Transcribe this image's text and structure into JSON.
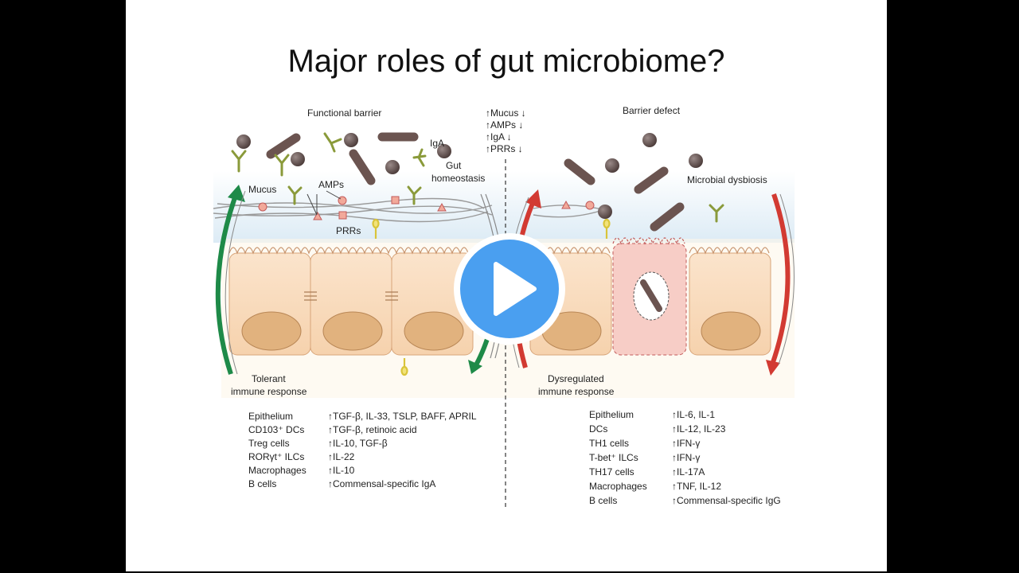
{
  "title": "Major roles of gut microbiome?",
  "left": {
    "heading": "Functional barrier",
    "labels": {
      "iga": "IgA",
      "gut": "Gut",
      "homeostasis": "homeostasis",
      "mucus": "Mucus",
      "amps": "AMPs",
      "prrs": "PRRs",
      "tolerant_1": "Tolerant",
      "tolerant_2": "immune response"
    },
    "table": [
      {
        "cell": "Epithelium",
        "effect": "↑TGF-β, IL-33, TSLP, BAFF, APRIL"
      },
      {
        "cell": "CD103⁺ DCs",
        "effect": "↑TGF-β, retinoic acid"
      },
      {
        "cell": "Treg cells",
        "effect": "↑IL-10, TGF-β"
      },
      {
        "cell": "RORγt⁺ ILCs",
        "effect": "↑IL-22"
      },
      {
        "cell": "Macrophages",
        "effect": "↑IL-10"
      },
      {
        "cell": "B cells",
        "effect": "↑Commensal-specific IgA"
      }
    ]
  },
  "middle": {
    "lines": [
      "↑Mucus ↓",
      "↑AMPs ↓",
      "↑IgA ↓",
      "↑PRRs ↓"
    ]
  },
  "right": {
    "heading": "Barrier defect",
    "labels": {
      "dysbiosis": "Microbial dysbiosis",
      "dysreg_1": "Dysregulated",
      "dysreg_2": "immune response"
    },
    "table": [
      {
        "cell": "Epithelium",
        "effect": "↑IL-6, IL-1"
      },
      {
        "cell": "DCs",
        "effect": "↑IL-12, IL-23"
      },
      {
        "cell": "TH1 cells",
        "effect": "↑IFN-γ"
      },
      {
        "cell": "T-bet⁺ ILCs",
        "effect": "↑IFN-γ"
      },
      {
        "cell": "TH17 cells",
        "effect": "↑IL-17A"
      },
      {
        "cell": "Macrophages",
        "effect": "↑TNF, IL-12"
      },
      {
        "cell": "B cells",
        "effect": "↑Commensal-specific IgG"
      }
    ]
  },
  "player": {
    "icon": "play-icon",
    "color": "#4a9ff0"
  }
}
